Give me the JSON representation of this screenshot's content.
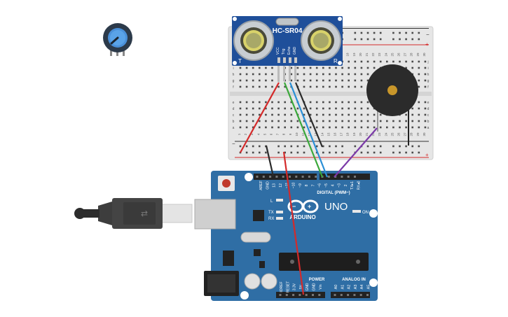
{
  "sensor": {
    "model": "HC-SR04",
    "label_t": "T",
    "label_r": "R",
    "pins": [
      "VCC",
      "Trig",
      "Echo",
      "GND"
    ]
  },
  "board": {
    "logo_text": "ARDUINO",
    "model": "UNO",
    "led_labels": [
      "L",
      "TX",
      "RX"
    ],
    "on_label": "ON",
    "top_header": [
      "AREF",
      "GND",
      "13",
      "12",
      "~11",
      "~10",
      "~9",
      "8",
      "7",
      "~6",
      "~5",
      "4",
      "~3",
      "2",
      "TX▸1",
      "RX◂0"
    ],
    "digital_label": "DIGITAL (PWM~)",
    "power_label": "POWER",
    "analog_label": "ANALOG IN",
    "power_pins": [
      "IOREF",
      "RESET",
      "3.3V",
      "5V",
      "GND",
      "GND",
      "Vin"
    ],
    "analog_pins": [
      "A0",
      "A1",
      "A2",
      "A3",
      "A4",
      "A5"
    ]
  },
  "breadboard": {
    "columns": [
      "1",
      "2",
      "3",
      "4",
      "5",
      "6",
      "7",
      "8",
      "9",
      "10",
      "11",
      "12",
      "13",
      "14",
      "15",
      "16",
      "17",
      "18",
      "19",
      "20",
      "21",
      "22",
      "23",
      "24",
      "25",
      "26",
      "27",
      "28",
      "29",
      "30"
    ],
    "rows_top": [
      "j",
      "i",
      "h",
      "g",
      "f"
    ],
    "rows_bottom": [
      "e",
      "d",
      "c",
      "b",
      "a"
    ],
    "rail_minus": "−",
    "rail_plus": "+"
  },
  "colors": {
    "wire_red": "#d42a2a",
    "wire_black": "#2a2a2a",
    "wire_green": "#3aa83a",
    "wire_blue": "#2a8fd6",
    "wire_purple": "#7b3aa8",
    "board_blue": "#2f6ea5",
    "sensor_blue": "#1f4f9a",
    "buzzer": "#2b2b2b"
  },
  "icons": [
    "potentiometer-icon",
    "usb-cable-icon",
    "piezo-buzzer-icon",
    "arduino-logo-icon"
  ]
}
